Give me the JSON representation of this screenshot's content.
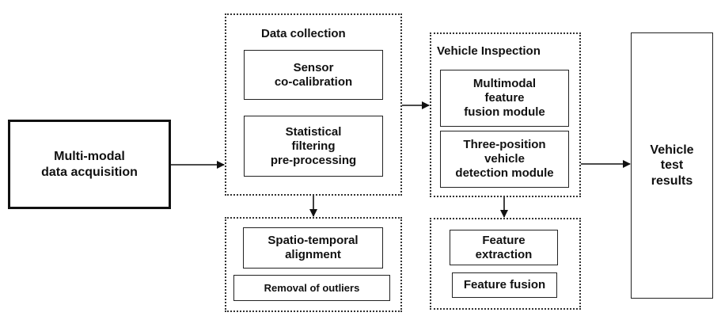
{
  "nodes": {
    "acquisition": "Multi-modal\ndata acquisition",
    "data_collection_title": "Data collection",
    "sensor_calibration": "Sensor\nco-calibration",
    "statistical_filtering": "Statistical\nfiltering\npre-processing",
    "spatio_temporal": "Spatio-temporal\nalignment",
    "outlier_removal": "Removal of outliers",
    "vehicle_inspection_title": "Vehicle Inspection",
    "multimodal_fusion": "Multimodal\nfeature\nfusion module",
    "three_position": "Three-position\nvehicle\ndetection module",
    "feature_extraction": "Feature\nextraction",
    "feature_fusion": "Feature fusion",
    "results": "Vehicle\ntest\nresults"
  }
}
